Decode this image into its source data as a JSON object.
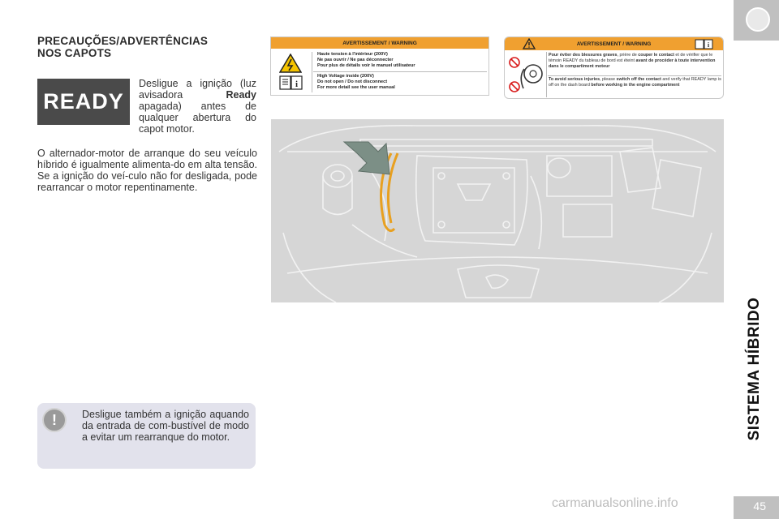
{
  "section": {
    "title_line1": "PRECAUÇÕES/ADVERTÊNCIAS",
    "title_line2": "NOS CAPOTS"
  },
  "ready_indicator": {
    "label": "READY",
    "text_before": "Desligue a ignição (luz avisadora ",
    "text_bold": "Ready",
    "text_after": " apagada) antes de qualquer abertura do capot motor."
  },
  "body_paragraph": "O alternador-motor de arranque do seu veículo híbrido é igualmente alimenta-do em alta tensão. Se a ignição do veí-culo não for desligada, pode rearrancar o motor repentinamente.",
  "warning_label_left": {
    "header": "AVERTISSEMENT / WARNING",
    "line1": "Haute tension à l'intérieur (200V)",
    "line2": "Ne pas ouvrir / Ne pas déconnecter",
    "line3": "Pour plus de détails voir le manuel utilisateur",
    "line4": "High Voltage inside (200V)",
    "line5": "Do not open / Do not disconnect",
    "line6": "For more detail see the user manual"
  },
  "warning_label_right": {
    "header": "AVERTISSEMENT / WARNING",
    "fr_bold1": "Pour éviter des blessures graves",
    "fr_text1": ", prière de ",
    "fr_bold2": "couper le contact",
    "fr_text2": " et de vérifier que le témoin READY du tableau de bord est éteint ",
    "fr_bold3": "avant de procéder à toute intervention dans le compartiment moteur",
    "en_bold1": "To avoid serious injuries",
    "en_text1": ", please ",
    "en_bold2": "switch off the contact",
    "en_text2": " and verify that READY lamp is off on the dash board ",
    "en_bold3": "before working in the engine compartment"
  },
  "note": {
    "icon": "exclamation-icon",
    "text": "Desligue também a ignição aquando da entrada de com-bustível de modo a evitar um rearranque do motor."
  },
  "sidebar": {
    "chapter_title": "SISTEMA HÍBRIDO",
    "page_number": "45"
  },
  "watermark": "carmanualsonline.info",
  "colors": {
    "label_orange": "#f0a030",
    "cable_orange": "#e8a020",
    "note_bg": "#e2e2ec",
    "ready_bg": "#4a4a4a"
  }
}
